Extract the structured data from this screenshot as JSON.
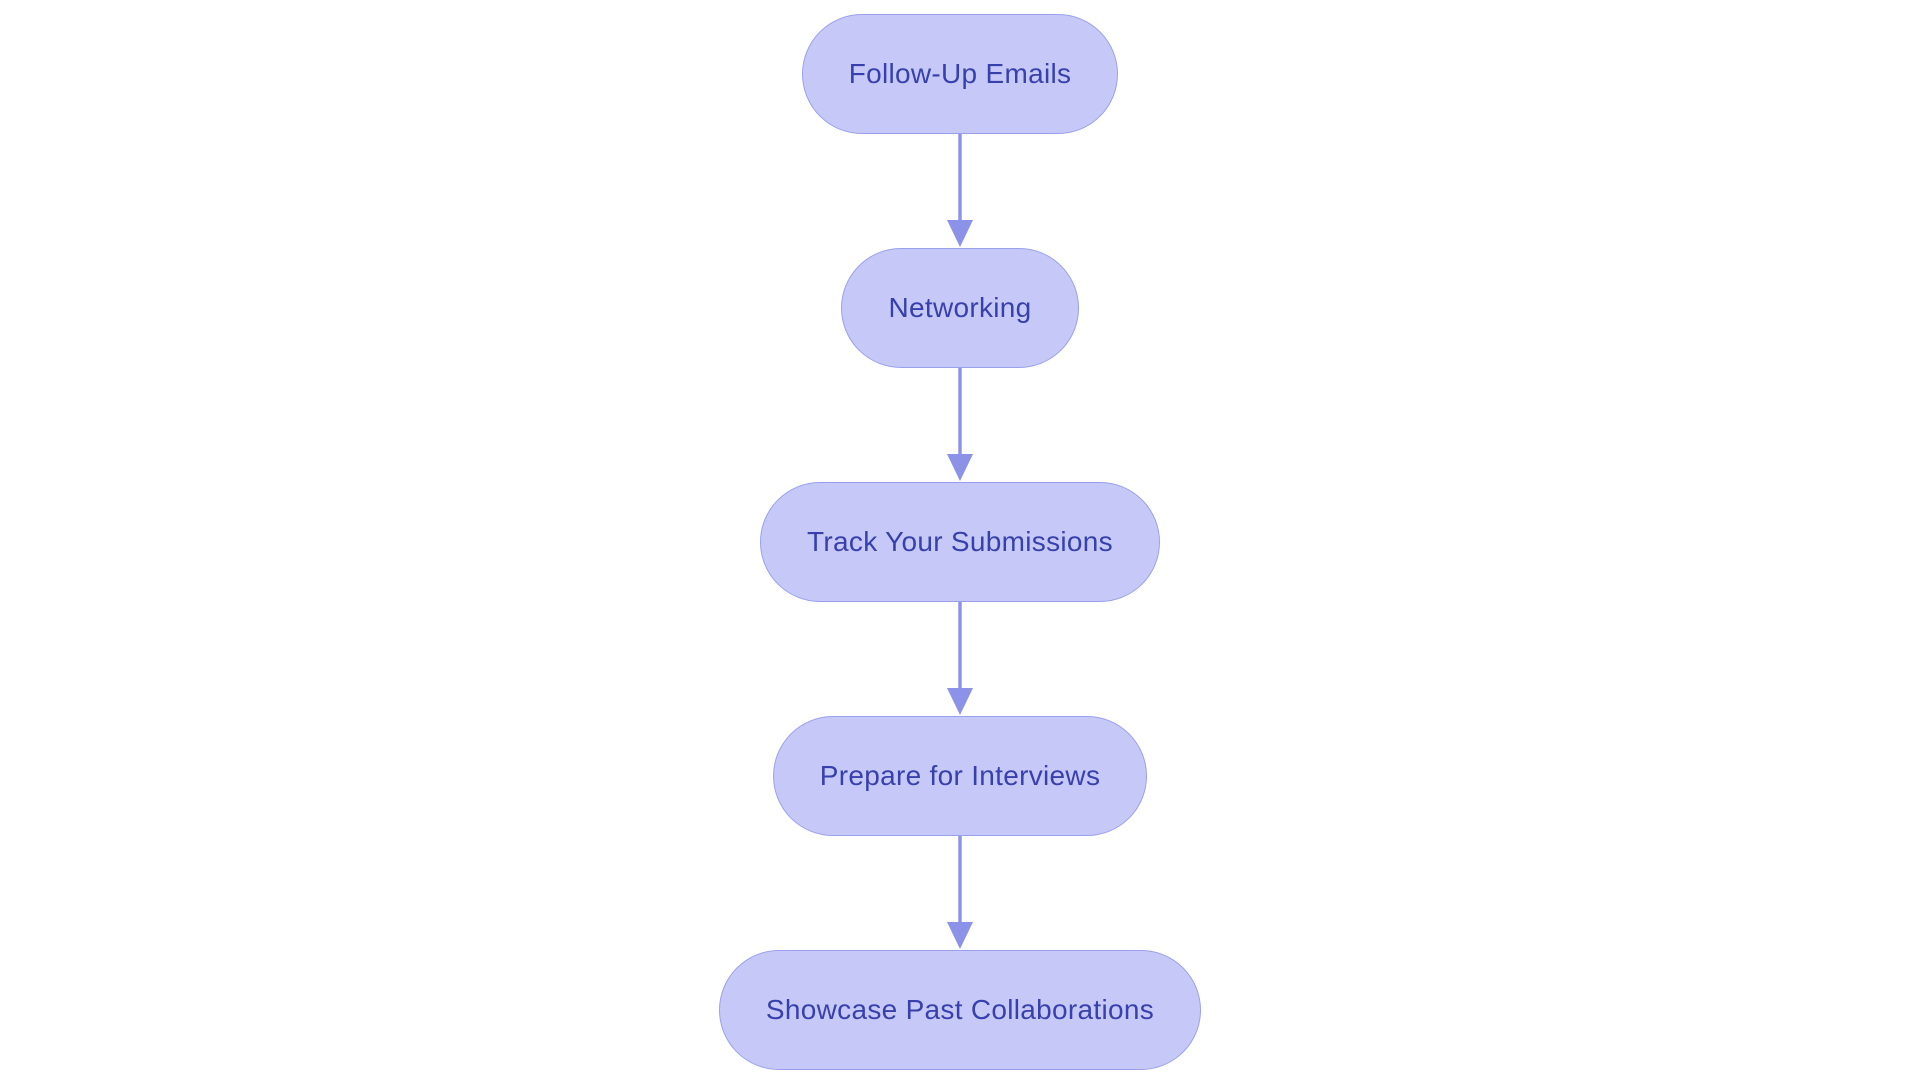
{
  "canvas": {
    "background": "#ffffff"
  },
  "flowchart": {
    "type": "flowchart",
    "direction": "top-down",
    "node_style": {
      "fill": "#c6c9f7",
      "border": "#9aa0ee",
      "text_color": "#3840ad",
      "shape": "stadium"
    },
    "arrow_color": "#8d92e9",
    "nodes": [
      {
        "id": "follow-up-emails",
        "label": "Follow-Up Emails"
      },
      {
        "id": "networking",
        "label": "Networking"
      },
      {
        "id": "track-your-submissions",
        "label": "Track Your Submissions"
      },
      {
        "id": "prepare-for-interviews",
        "label": "Prepare for Interviews"
      },
      {
        "id": "showcase-past-collaborations",
        "label": "Showcase Past Collaborations"
      }
    ],
    "edges": [
      {
        "from": "follow-up-emails",
        "to": "networking"
      },
      {
        "from": "networking",
        "to": "track-your-submissions"
      },
      {
        "from": "track-your-submissions",
        "to": "prepare-for-interviews"
      },
      {
        "from": "prepare-for-interviews",
        "to": "showcase-past-collaborations"
      }
    ]
  }
}
